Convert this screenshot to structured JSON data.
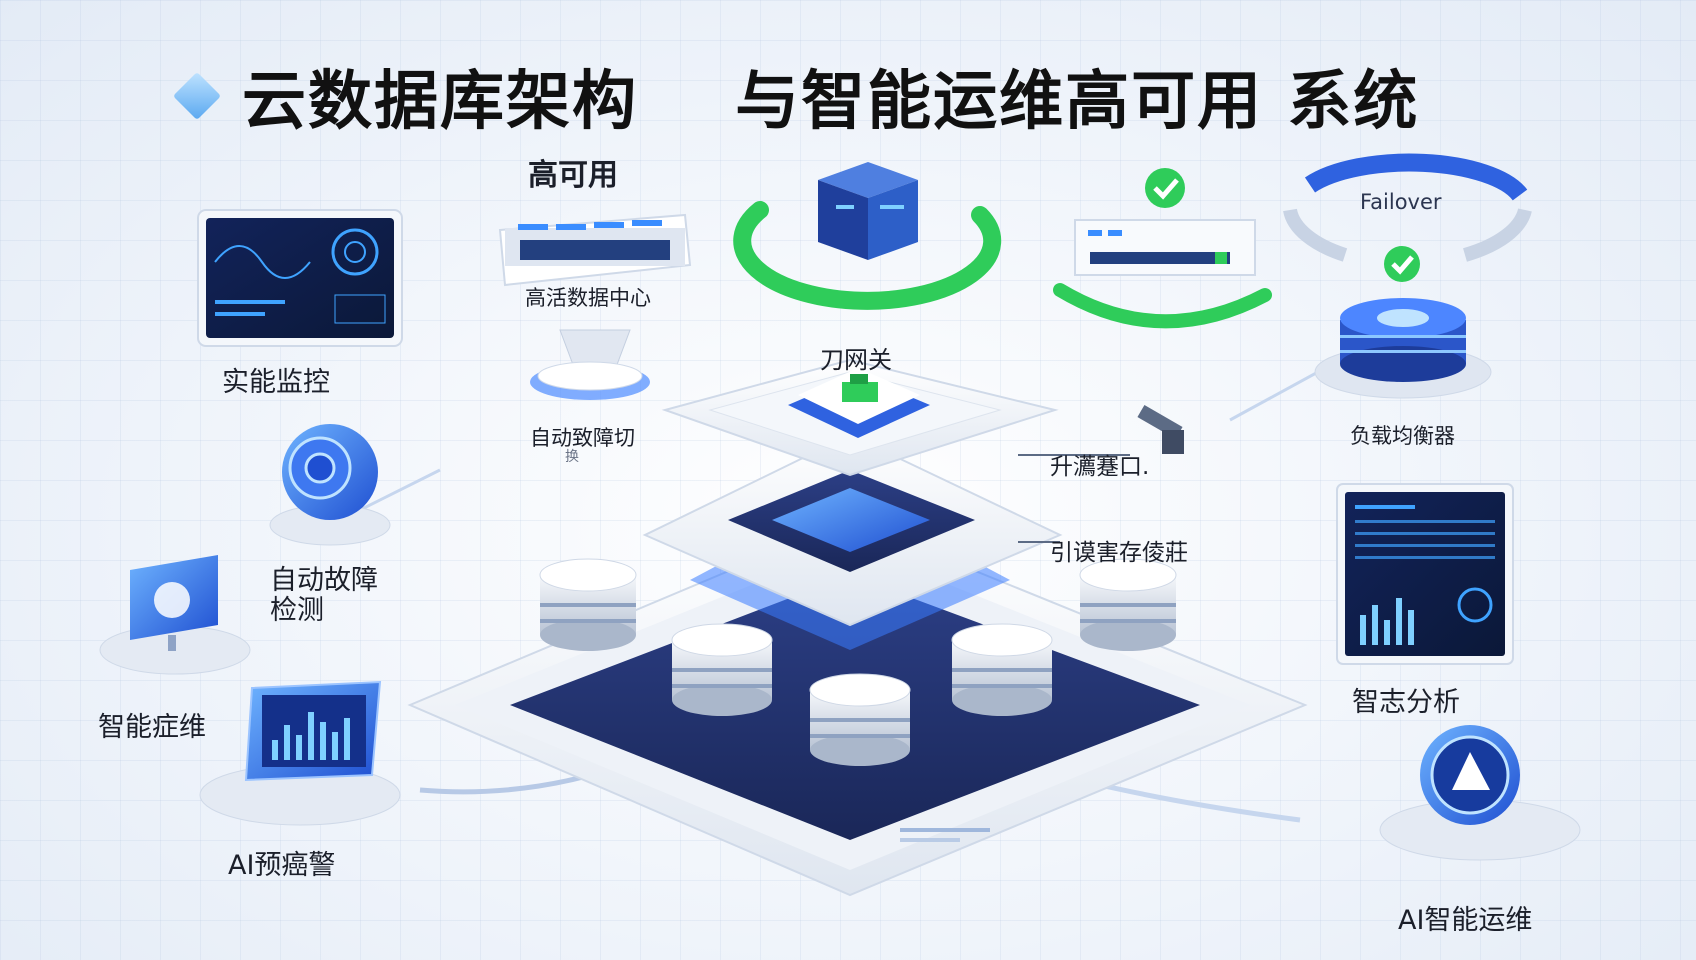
{
  "title": "云数据库架构    与智能运维高可用 系统",
  "labels": {
    "high_availability": "高可用",
    "active_dc": "高活数据中心",
    "auto_switch": "自动致障切",
    "auto_switch_sub": "换",
    "gateway": "刀网关",
    "failover": "Failover",
    "load_balancer": "负载均衡器",
    "realtime_monitor": "实能监控",
    "auto_fault_detect_1": "自动故障",
    "auto_fault_detect_2": "检测",
    "smart_ops": "智能症维",
    "ai_alert": "AI预癌警",
    "port": "升瀳蹇口.",
    "storage": "引谟害存倰莊",
    "log_analysis": "智志分析",
    "ai_ops": "AI智能运维"
  },
  "colors": {
    "accent_blue": "#2f6fe6",
    "accent_green": "#2fcc5a",
    "dark_navy": "#1f2f6a"
  },
  "icons": [
    "title-diamond-icon",
    "monitor-screen-icon",
    "target-disc-icon",
    "cloud-tablet-icon",
    "bar-chart-tablet-icon",
    "server-rack-icon",
    "server-cube-icon",
    "check-icon",
    "disk-stack-icon",
    "gateway-box-icon",
    "dashboard-tablet-icon",
    "ai-robot-disc-icon",
    "cable-plug-icon"
  ]
}
